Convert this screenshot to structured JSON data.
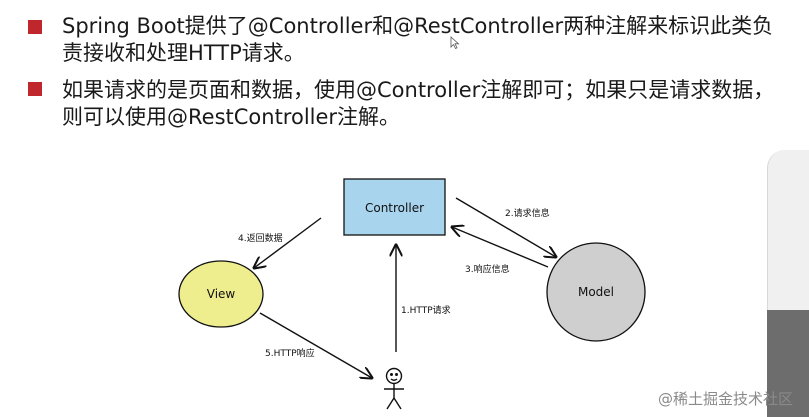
{
  "bullets": [
    {
      "text": "Spring Boot提供了@Controller和@RestController两种注解来标识此类负责接收和处理HTTP请求。"
    },
    {
      "text": "如果请求的是页面和数据，使用@Controller注解即可；如果只是请求数据，则可以使用@RestController注解。"
    }
  ],
  "colors": {
    "bullet": "#c0272d",
    "controller_fill": "#a8d4ee",
    "view_fill": "#eeee8e",
    "model_fill": "#cfcfcf"
  },
  "diagram": {
    "controller": "Controller",
    "view": "View",
    "model": "Model",
    "edges": {
      "request_info": "2.请求信息",
      "response_info": "3.响应信息",
      "return_data": "4.返回数据",
      "http_request": "1.HTTP请求",
      "http_response": "5.HTTP响应"
    }
  },
  "watermark": "@稀土掘金技术社区"
}
